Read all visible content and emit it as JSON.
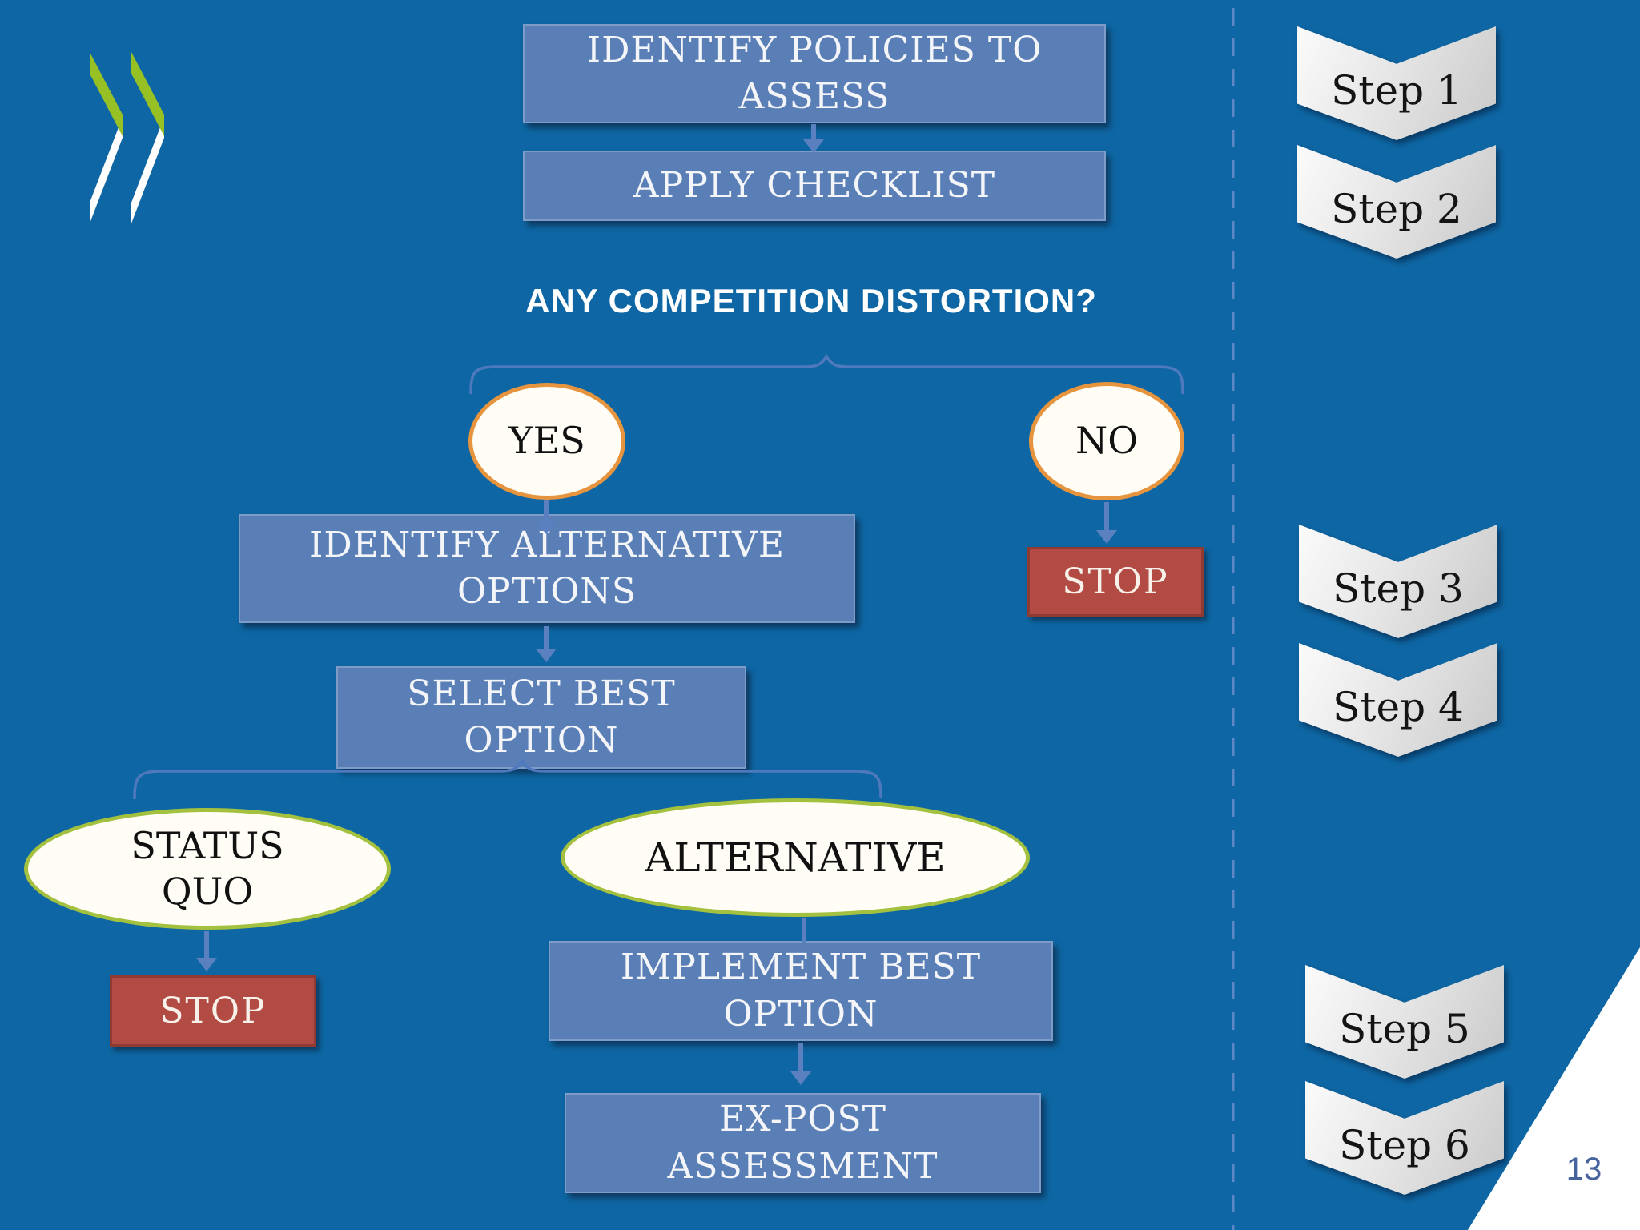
{
  "slide": {
    "page_number": "13"
  },
  "logo": {
    "name": "oecd-chevrons-logo",
    "green": "#97c024",
    "white": "#ffffff"
  },
  "question": "ANY COMPETITION DISTORTION?",
  "nodes": {
    "identify_policies": {
      "line1": "IDENTIFY POLICIES TO",
      "line2": "ASSESS"
    },
    "apply_checklist": {
      "line1": "APPLY CHECKLIST"
    },
    "yes": "YES",
    "no": "NO",
    "stop_right": "STOP",
    "stop_left": "STOP",
    "identify_alternative": {
      "line1": "IDENTIFY ALTERNATIVE",
      "line2": "OPTIONS"
    },
    "select_best": {
      "line1": "SELECT BEST",
      "line2": "OPTION"
    },
    "status_quo": {
      "line1": "STATUS",
      "line2": "QUO"
    },
    "alternative": "ALTERNATIVE",
    "implement_best": {
      "line1": "IMPLEMENT BEST",
      "line2": "OPTION"
    },
    "ex_post": {
      "line1": "EX-POST",
      "line2": "ASSESSMENT"
    }
  },
  "steps": [
    {
      "label": "Step 1"
    },
    {
      "label": "Step 2"
    },
    {
      "label": "Step 3"
    },
    {
      "label": "Step 4"
    },
    {
      "label": "Step 5"
    },
    {
      "label": "Step 6"
    }
  ],
  "colors": {
    "background": "#0e67a4",
    "box_fill": "#5a7fb6",
    "box_border": "#7f9bc8",
    "box_text": "#f3f5f9",
    "red_fill": "#b24b43",
    "red_border": "#8f3b34",
    "ellipse_fill": "#fffdf6",
    "orange_border": "#e6953e",
    "green_border": "#a3c13f",
    "arrow": "#5b80c0",
    "bracket": "#4e79bd",
    "dashed_line": "#5d87c6",
    "chevron_text": "#141414",
    "page_number_color": "#47639e",
    "logo_green": "#97c024"
  }
}
